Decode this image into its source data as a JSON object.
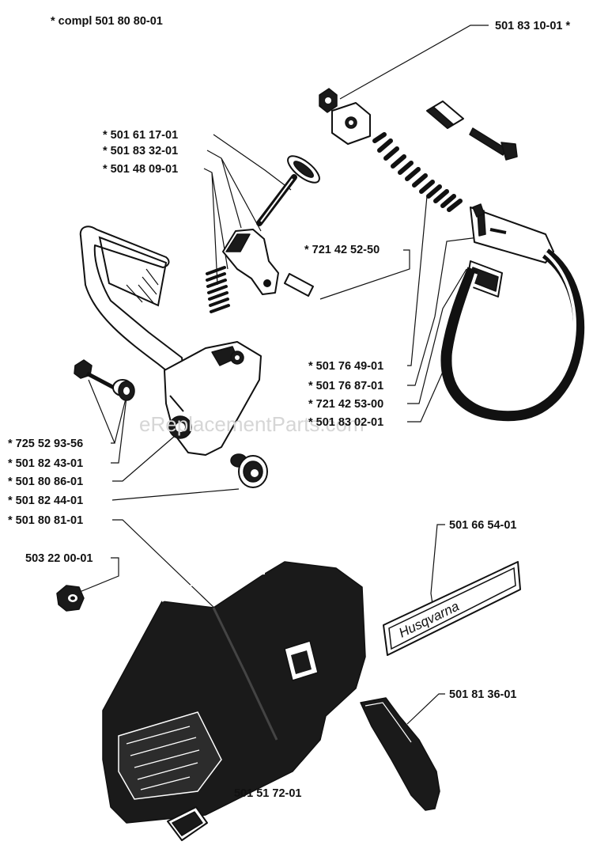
{
  "header": {
    "compl_label": "*  compl 501 80 80-01"
  },
  "watermark": "eReplacementParts.com",
  "brand_label": "Husqvarna",
  "parts": [
    {
      "id": "p1",
      "text": "501 83 10-01  *"
    },
    {
      "id": "p2",
      "text": "*  501 61 17-01"
    },
    {
      "id": "p3",
      "text": "*  501 83 32-01"
    },
    {
      "id": "p4",
      "text": "*  501 48 09-01"
    },
    {
      "id": "p5",
      "text": "*  721 42 52-50"
    },
    {
      "id": "p6",
      "text": "*  501 76 49-01"
    },
    {
      "id": "p7",
      "text": "*  501 76 87-01"
    },
    {
      "id": "p8",
      "text": "*  721 42 53-00"
    },
    {
      "id": "p9",
      "text": "*  501 83 02-01"
    },
    {
      "id": "p10",
      "text": "*  725 52 93-56"
    },
    {
      "id": "p11",
      "text": "*  501 82 43-01"
    },
    {
      "id": "p12",
      "text": "*  501 80 86-01"
    },
    {
      "id": "p13",
      "text": "*  501 82 44-01"
    },
    {
      "id": "p14",
      "text": "*  501 80 81-01"
    },
    {
      "id": "p15",
      "text": "503 22 00-01"
    },
    {
      "id": "p16",
      "text": "501 66 54-01"
    },
    {
      "id": "p17",
      "text": "501 81 36-01"
    },
    {
      "id": "p18",
      "text": "501 51 72-01"
    }
  ]
}
